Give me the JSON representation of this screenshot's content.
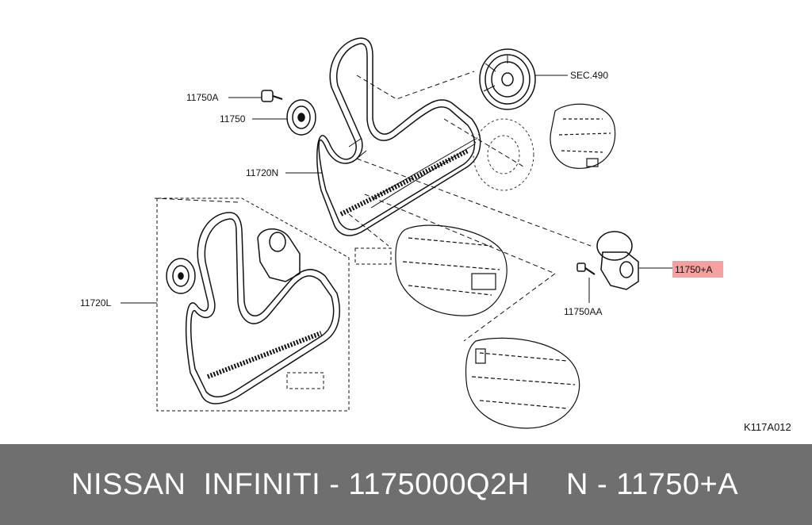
{
  "diagram": {
    "labels": {
      "bolt_11750a": "11750A",
      "idler_11750": "11750",
      "belt_11720n": "11720N",
      "pulley_sec490": "SEC.490",
      "tensioner_11750_a": "11750+A",
      "bolt_11750aa": "11750AA",
      "belt_11720l": "11720L"
    },
    "diagram_code": "K117A012",
    "highlight_color": "#f4a0a0"
  },
  "footer": {
    "left_text": "NISSAN  INFINITI - 1175000Q2H",
    "right_text": "N - 11750+A"
  }
}
